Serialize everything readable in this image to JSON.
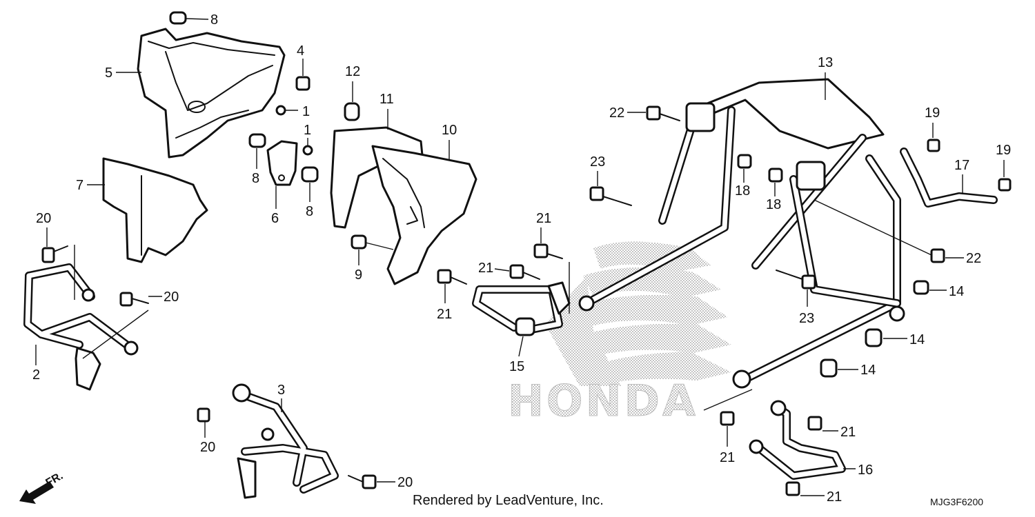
{
  "diagram": {
    "callouts": [
      {
        "id": "c8a",
        "text": "8"
      },
      {
        "id": "c4",
        "text": "4"
      },
      {
        "id": "c5",
        "text": "5"
      },
      {
        "id": "c1a",
        "text": "1"
      },
      {
        "id": "c1b",
        "text": "1"
      },
      {
        "id": "c12",
        "text": "12"
      },
      {
        "id": "c11",
        "text": "11"
      },
      {
        "id": "c10",
        "text": "10"
      },
      {
        "id": "c7",
        "text": "7"
      },
      {
        "id": "c8b",
        "text": "8"
      },
      {
        "id": "c6",
        "text": "6"
      },
      {
        "id": "c8c",
        "text": "8"
      },
      {
        "id": "c9",
        "text": "9"
      },
      {
        "id": "c20a",
        "text": "20"
      },
      {
        "id": "c20b",
        "text": "20"
      },
      {
        "id": "c2",
        "text": "2"
      },
      {
        "id": "c3",
        "text": "3"
      },
      {
        "id": "c20c",
        "text": "20"
      },
      {
        "id": "c20d",
        "text": "20"
      },
      {
        "id": "c13",
        "text": "13"
      },
      {
        "id": "c22a",
        "text": "22"
      },
      {
        "id": "c23a",
        "text": "23"
      },
      {
        "id": "c18a",
        "text": "18"
      },
      {
        "id": "c18b",
        "text": "18"
      },
      {
        "id": "c19a",
        "text": "19"
      },
      {
        "id": "c19b",
        "text": "19"
      },
      {
        "id": "c17",
        "text": "17"
      },
      {
        "id": "c22b",
        "text": "22"
      },
      {
        "id": "c21a",
        "text": "21"
      },
      {
        "id": "c21b",
        "text": "21"
      },
      {
        "id": "c21c",
        "text": "21"
      },
      {
        "id": "c15",
        "text": "15"
      },
      {
        "id": "c23b",
        "text": "23"
      },
      {
        "id": "c14a",
        "text": "14"
      },
      {
        "id": "c14b",
        "text": "14"
      },
      {
        "id": "c14c",
        "text": "14"
      },
      {
        "id": "c21d",
        "text": "21"
      },
      {
        "id": "c21e",
        "text": "21"
      },
      {
        "id": "c16",
        "text": "16"
      },
      {
        "id": "c21f",
        "text": "21"
      }
    ],
    "front_marker": "FR.",
    "watermark": "HONDA",
    "credit": "Rendered by LeadVenture, Inc.",
    "diagram_code": "MJG3F6200"
  }
}
